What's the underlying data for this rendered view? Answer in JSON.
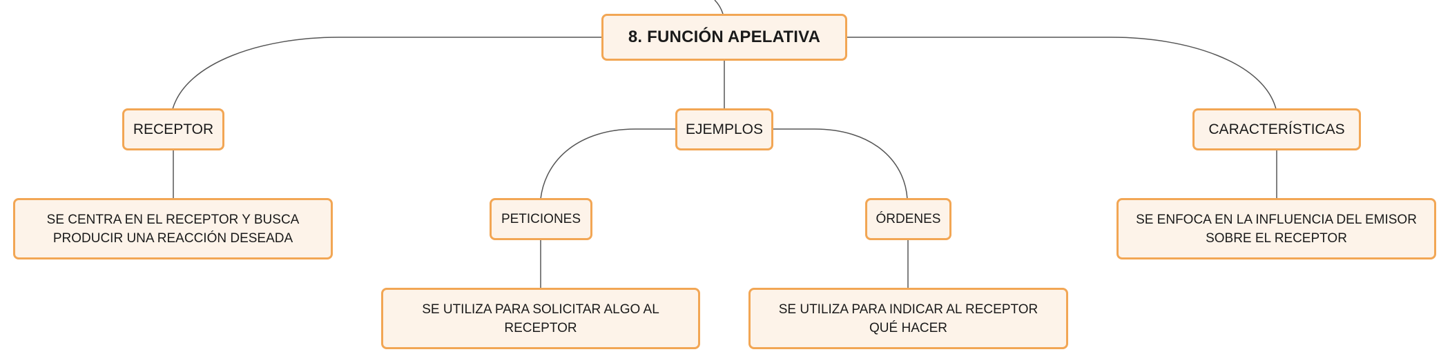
{
  "diagram": {
    "root": {
      "label": "8. FUNCIÓN APELATIVA"
    },
    "branches": {
      "receptor": {
        "label": "RECEPTOR",
        "detail": "SE CENTRA EN EL RECEPTOR Y BUSCA PRODUCIR UNA REACCIÓN DESEADA"
      },
      "ejemplos": {
        "label": "EJEMPLOS",
        "peticiones": {
          "label": "PETICIONES",
          "detail": "SE UTILIZA PARA SOLICITAR ALGO AL RECEPTOR"
        },
        "ordenes": {
          "label": "ÓRDENES",
          "detail": "SE UTILIZA PARA INDICAR AL RECEPTOR QUÉ HACER"
        }
      },
      "caracteristicas": {
        "label": "CARACTERÍSTICAS",
        "detail": "SE ENFOCA EN LA INFLUENCIA DEL EMISOR SOBRE EL RECEPTOR"
      }
    },
    "colors": {
      "node_fill": "#fdf3e9",
      "node_border": "#f2a654",
      "connector": "#555555"
    }
  }
}
